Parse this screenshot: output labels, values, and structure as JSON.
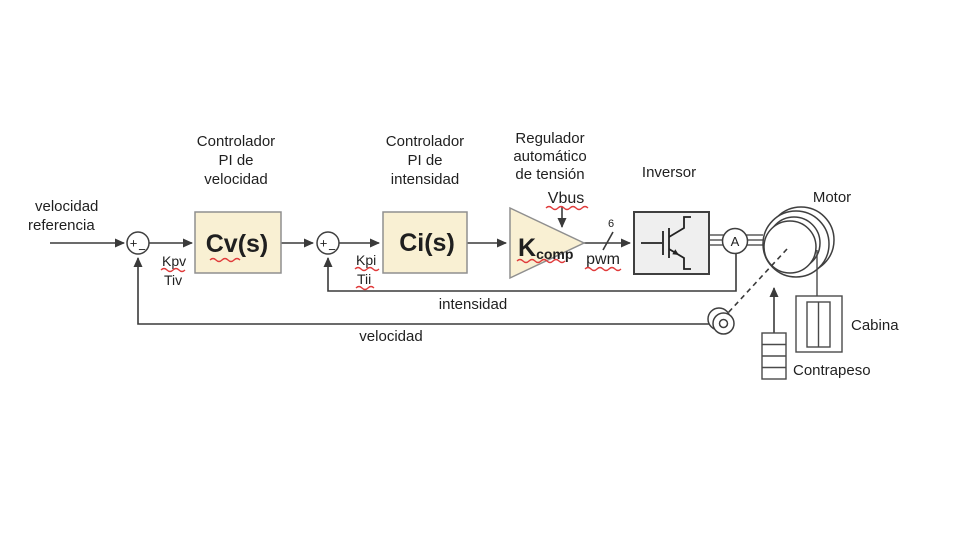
{
  "labels": {
    "velocity_ref": [
      "velocidad",
      "referencia"
    ],
    "controller_v": [
      "Controlador",
      "PI de",
      "velocidad"
    ],
    "controller_i": [
      "Controlador",
      "PI de",
      "intensidad"
    ],
    "regulator": [
      "Regulador",
      "automático",
      "de tensión"
    ],
    "inversor": "Inversor",
    "motor": "Motor",
    "cabina": "Cabina",
    "contrapeso": "Contrapeso",
    "vbus": "Vbus",
    "bus_width": "6",
    "pwm": "pwm",
    "kpv": "Kpv",
    "tiv": "Tiv",
    "kpi": "Kpi",
    "tii": "Tii",
    "cv_block": "Cv(s)",
    "ci_block": "Ci(s)",
    "kcomp_main": "K",
    "kcomp_sub": "comp",
    "ammeter": "A",
    "feedback_current": "intensidad",
    "feedback_speed": "velocidad",
    "sum_plus": "+",
    "sum_minus": "−"
  },
  "colors": {
    "block_fill": "#f9f0d3",
    "block_stroke": "#8f8f8f",
    "inverter_fill": "#efefef",
    "line": "#3a3a3a",
    "squiggle": "#e03a3a",
    "text": "#1f1f1f",
    "bg": "#ffffff"
  }
}
